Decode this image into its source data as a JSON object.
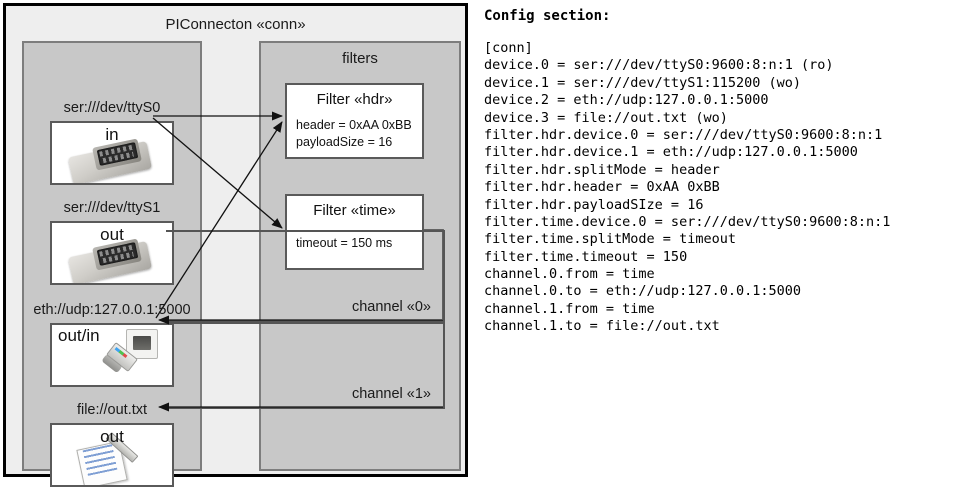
{
  "diagram": {
    "title": "PIConnecton «conn»",
    "devices_group": {
      "title": ""
    },
    "filters_group": {
      "title": "filters"
    },
    "devices": [
      {
        "label": "ser:///dev/ttyS0",
        "direction": "in",
        "icon": "serial-connector-icon"
      },
      {
        "label": "ser:///dev/ttyS1",
        "direction": "out",
        "icon": "serial-connector-icon"
      },
      {
        "label": "eth://udp:127.0.0.1:5000",
        "direction": "out/in",
        "icon": "ethernet-jack-icon"
      },
      {
        "label": "file://out.txt",
        "direction": "out",
        "icon": "text-file-icon"
      }
    ],
    "filters": [
      {
        "title": "Filter «hdr»",
        "props": [
          "header = 0xAA 0xBB",
          "payloadSize = 16"
        ]
      },
      {
        "title": "Filter «time»",
        "props": [
          "timeout = 150 ms"
        ]
      }
    ],
    "channels": [
      {
        "label": "channel «0»"
      },
      {
        "label": "channel «1»"
      }
    ]
  },
  "config": {
    "heading": "Config section:",
    "lines": [
      "[conn]",
      "device.0 = ser:///dev/ttyS0:9600:8:n:1 (ro)",
      "device.1 = ser:///dev/ttyS1:115200 (wo)",
      "device.2 = eth://udp:127.0.0.1:5000",
      "device.3 = file://out.txt (wo)",
      "filter.hdr.device.0 = ser:///dev/ttyS0:9600:8:n:1",
      "filter.hdr.device.1 = eth://udp:127.0.0.1:5000",
      "filter.hdr.splitMode = header",
      "filter.hdr.header = 0xAA 0xBB",
      "filter.hdr.payloadSIze = 16",
      "filter.time.device.0 = ser:///dev/ttyS0:9600:8:n:1",
      "filter.time.splitMode = timeout",
      "filter.time.timeout = 150",
      "channel.0.from = time",
      "channel.0.to = eth://udp:127.0.0.1:5000",
      "channel.1.from = time",
      "channel.1.to = file://out.txt"
    ]
  },
  "colors": {
    "frame": "#000000",
    "canvas": "#eeeeee",
    "group_fill": "#c8c8c8",
    "group_border": "#7d7d7d",
    "card_fill": "#ffffff",
    "card_border": "#5a5a5a"
  }
}
